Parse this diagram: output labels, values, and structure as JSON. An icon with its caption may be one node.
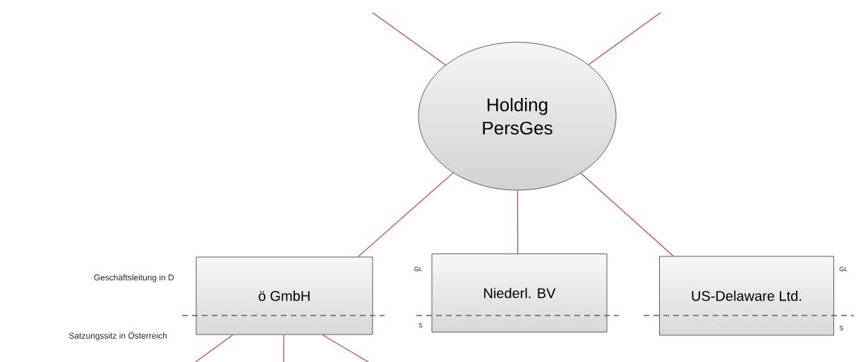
{
  "diagram": {
    "nodes": [
      {
        "text": [
          "Holding PersGes"
        ]
      },
      {
        "text": [
          "ö GmbH"
        ]
      },
      {
        "text": [
          "Niederl. BV"
        ]
      },
      {
        "text": [
          "US-Delaware Ltd."
        ]
      }
    ],
    "edges": [
      {
        "from": null,
        "to": 0,
        "arrow": "none"
      },
      {
        "from": null,
        "to": 0,
        "arrow": "none"
      },
      {
        "from": 0,
        "to": 1,
        "arrow": "none"
      },
      {
        "from": 0,
        "to": 2,
        "arrow": "none"
      },
      {
        "from": 0,
        "to": 3,
        "arrow": "none"
      },
      {
        "from": 1,
        "to": null,
        "arrow": "none"
      },
      {
        "from": 1,
        "to": null,
        "arrow": "none"
      },
      {
        "from": 1,
        "to": null,
        "arrow": "none"
      }
    ],
    "labels": [
      "Geschäftsleitung in D",
      "Satzungssitz in Österreich",
      "GL",
      "S",
      "GL",
      "S"
    ]
  }
}
